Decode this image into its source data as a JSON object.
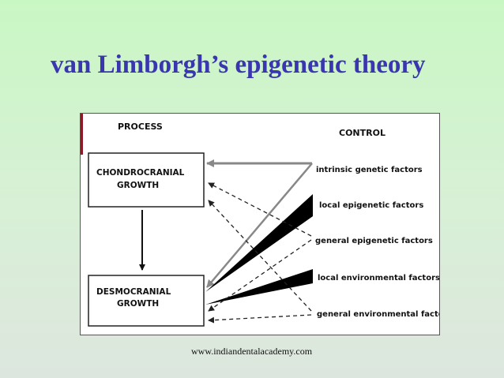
{
  "slide": {
    "title": "van Limborgh’s epigenetic theory",
    "footer": "www.indiandentalacademy.com"
  },
  "diagram": {
    "process_header": "PROCESS",
    "control_header": "CONTROL",
    "boxes": {
      "chondro_line1": "CHONDROCRANIAL",
      "chondro_line2": "GROWTH",
      "desmo_line1": "DESMOCRANIAL",
      "desmo_line2": "GROWTH"
    },
    "factors": [
      "intrinsic genetic factors",
      "local epigenetic factors",
      "general epigenetic factors",
      "local environmental factors",
      "general environmental factors"
    ]
  }
}
